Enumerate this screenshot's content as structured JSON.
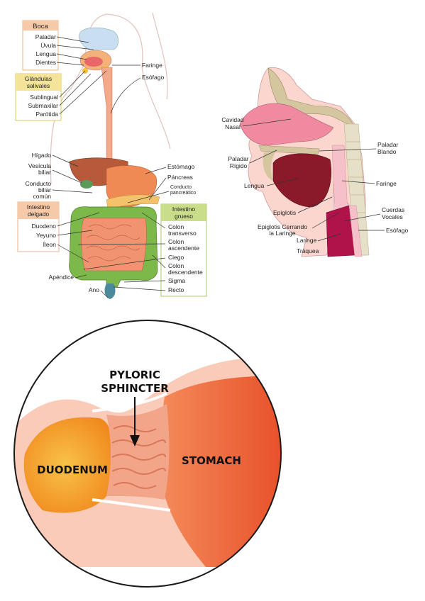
{
  "digestive": {
    "boca": {
      "title": "Boca",
      "items": [
        "Paladar",
        "Úvula",
        "Lengua",
        "Dientes"
      ]
    },
    "glandulas": {
      "title_1": "Glándulas",
      "title_2": "salivales",
      "items": [
        "Sublingual",
        "Submaxilar",
        "Parótida"
      ]
    },
    "faringe": "Faringe",
    "esofago": "Esófago",
    "higado": "Hígado",
    "vesicula_1": "Vesícula",
    "vesicula_2": "biliar",
    "conducto_1": "Conducto",
    "conducto_2": "biliar",
    "conducto_3": "común",
    "estomago": "Estómago",
    "pancreas": "Páncreas",
    "conducto_pancreatico_1": "Conducto",
    "conducto_pancreatico_2": "pancreático",
    "delgado": {
      "title_1": "Intestino",
      "title_2": "delgado",
      "items": [
        "Duodeno",
        "Yeyuno",
        "Íleon"
      ]
    },
    "grueso": {
      "title_1": "Intestino",
      "title_2": "grueso",
      "items_1": "Colon",
      "items_2": "transverso",
      "items_3": "Colon",
      "items_4": "ascendente",
      "items_5": "Ciego",
      "items_6": "Colon",
      "items_7": "descendente",
      "items_8": "Sigma",
      "items_9": "Recto"
    },
    "apendice": "Apéndice",
    "ano": "Ano"
  },
  "head_section": {
    "cavidad_1": "Cavidad",
    "cavidad_2": "Nasal",
    "paladar_blando_1": "Paladar",
    "paladar_blando_2": "Blando",
    "paladar_rigido_1": "Paladar",
    "paladar_rigido_2": "Rígido",
    "lengua": "Lengua",
    "faringe": "Faringe",
    "epiglotis": "Epiglotis",
    "cuerdas_1": "Cuerdas",
    "cuerdas_2": "Vocales",
    "epiglotis_cerrando_1": "Epiglotis Cerrando",
    "epiglotis_cerrando_2": "la Laringe",
    "esofago": "Esófago",
    "laringe": "Laringe",
    "traquea": "Tráquea"
  },
  "pyloric": {
    "title_1": "PYLORIC",
    "title_2": "SPHINCTER",
    "duodenum": "DUODENUM",
    "stomach": "STOMACH"
  },
  "colors": {
    "box_boca": "#f6c9a8",
    "box_glandulas": "#f3e49a",
    "box_delgado": "#f6c9a8",
    "box_grueso": "#c9dd8a",
    "liver": "#b65a3a",
    "stomach_orange": "#f08a55",
    "colon_green": "#7db84a",
    "small_intestine": "#f19370",
    "nasal_pink": "#f08aa0",
    "bone": "#d4c7a0",
    "trachea": "#b0124a",
    "duodenum_orange": "#f4a23a",
    "stomach_red": "#f06a3e",
    "sphincter_pink": "#f3a58a"
  }
}
